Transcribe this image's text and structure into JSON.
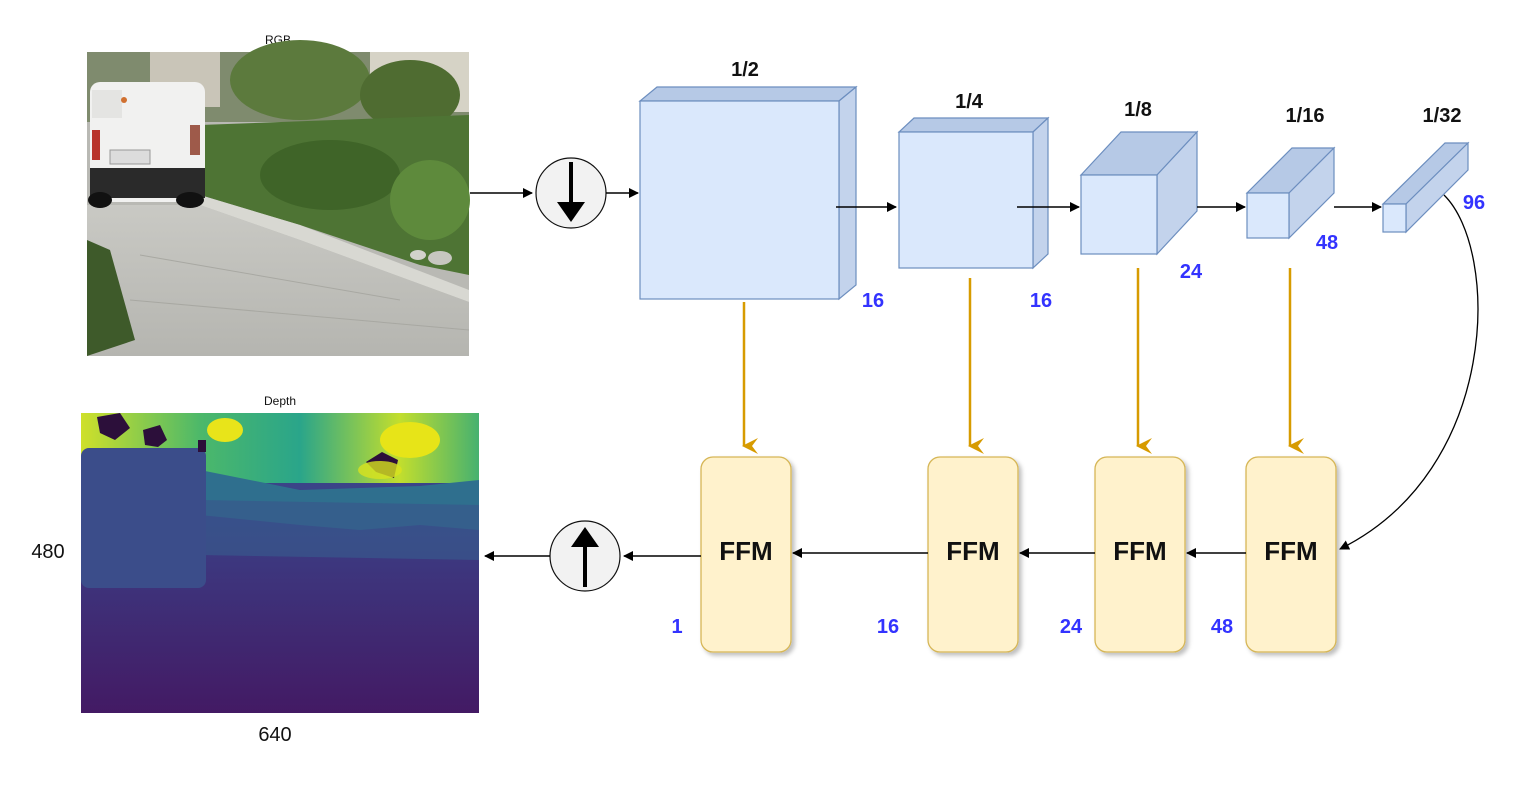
{
  "panels": {
    "rgb_title": "RGB",
    "depth_title": "Depth",
    "depth_height": "480",
    "depth_width": "640"
  },
  "encoder": {
    "scales": [
      "1/2",
      "1/4",
      "1/8",
      "1/16",
      "1/32"
    ],
    "channels": [
      "16",
      "16",
      "24",
      "48",
      "96"
    ]
  },
  "decoder": {
    "block_label": "FFM",
    "channels": [
      "1",
      "16",
      "24",
      "48"
    ]
  },
  "colors": {
    "cube_front": "#dae8fc",
    "cube_side": "#c3d3ec",
    "cube_top": "#b6c9e6",
    "cube_stroke": "#6c8ebf",
    "ffm_fill": "#fff2cc",
    "ffm_stroke": "#d6b656",
    "skip_arrow": "#d79b00",
    "channel_text": "#3333ff"
  },
  "icons": {
    "downsample": "down-arrow-circle-icon",
    "upsample": "up-arrow-circle-icon"
  }
}
